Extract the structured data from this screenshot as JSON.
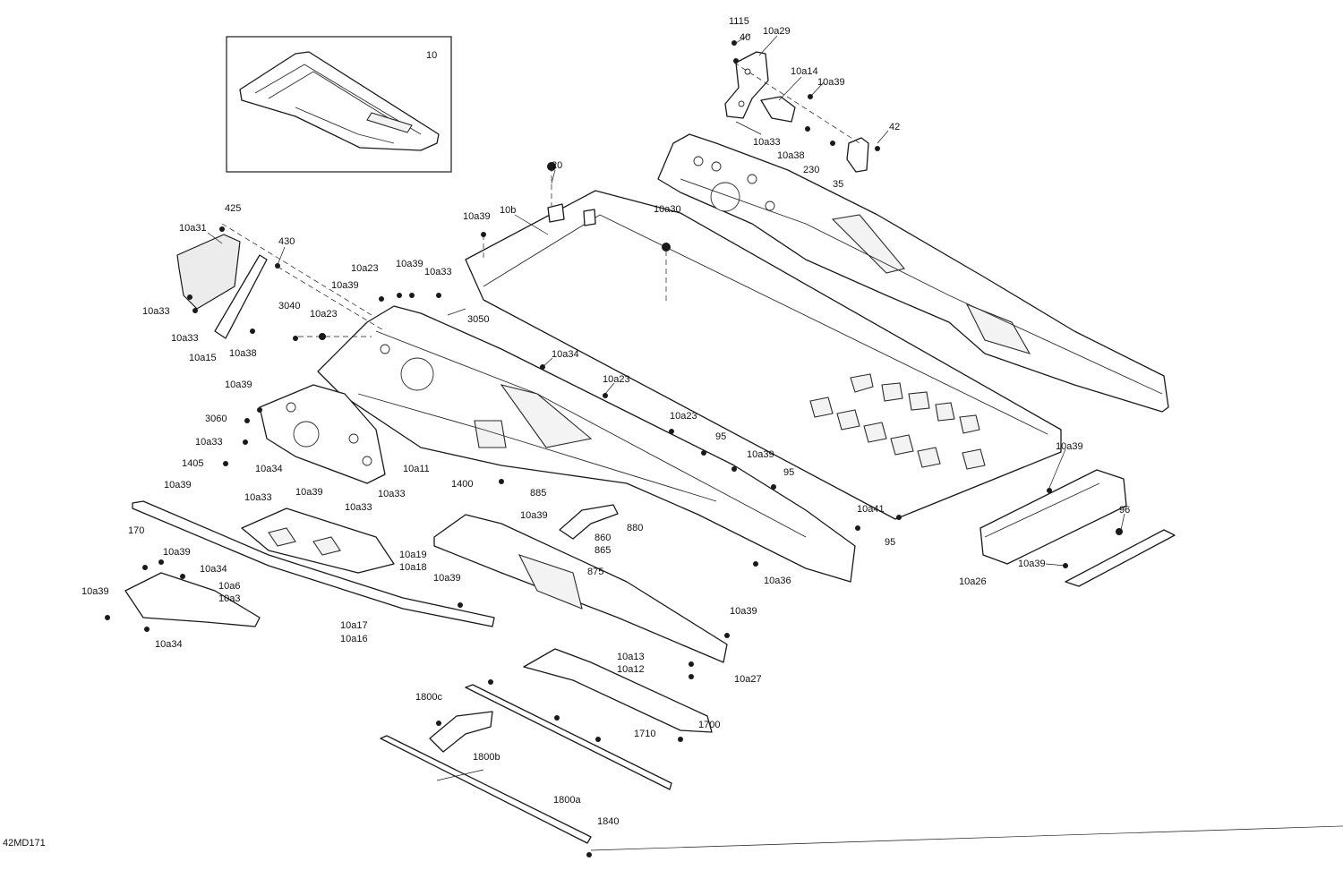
{
  "drawing_code": "42MD171",
  "inset_label": "10",
  "callouts": [
    "1115",
    "40",
    "10a29",
    "10a14",
    "10a39",
    "10a33",
    "10a38",
    "230",
    "42",
    "35",
    "20",
    "10a39",
    "10b",
    "10a30",
    "425",
    "10a31",
    "430",
    "10a23",
    "10a39",
    "10a33",
    "10a39",
    "3040",
    "10a23",
    "3050",
    "10a33",
    "10a33",
    "10a15",
    "10a38",
    "10a34",
    "10a23",
    "10a39",
    "3060",
    "10a33",
    "1405",
    "10a34",
    "10a11",
    "10a23",
    "95",
    "10a39",
    "95",
    "1400",
    "10a33",
    "10a39",
    "10a33",
    "885",
    "10a39",
    "880",
    "860",
    "865",
    "875",
    "10a41",
    "95",
    "10a36",
    "10a39",
    "10a26",
    "96",
    "10a39",
    "10a39",
    "10a33",
    "170",
    "10a39",
    "10a19",
    "10a18",
    "10a34",
    "10a6",
    "10a3",
    "10a39",
    "10a34",
    "10a39",
    "10a17",
    "10a16",
    "10a39",
    "10a13",
    "10a12",
    "10a27",
    "1800c",
    "1800b",
    "1700",
    "1710",
    "1800a",
    "1840"
  ]
}
